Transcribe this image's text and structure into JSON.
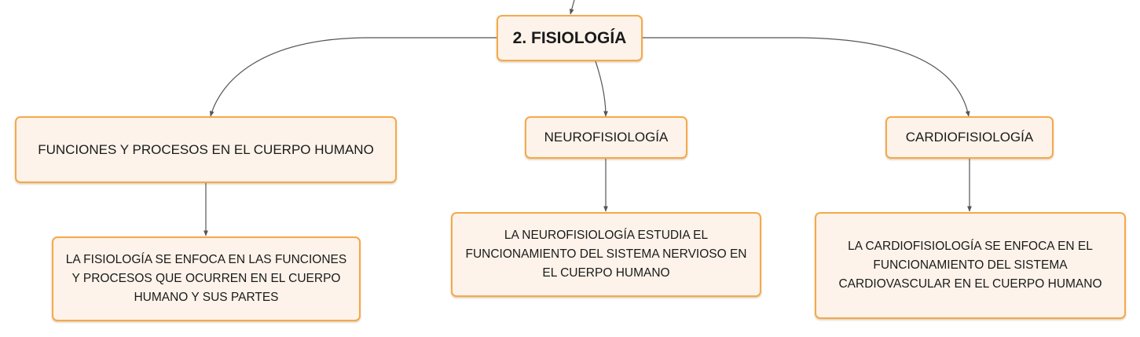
{
  "diagram": {
    "root": {
      "label": "2. FISIOLOGÍA"
    },
    "branches": [
      {
        "label": "FUNCIONES Y PROCESOS EN EL CUERPO HUMANO",
        "child": "LA FISIOLOGÍA SE ENFOCA EN LAS FUNCIONES Y PROCESOS QUE OCURREN EN EL CUERPO HUMANO Y SUS PARTES"
      },
      {
        "label": "NEUROFISIOLOGÍA",
        "child": "LA NEUROFISIOLOGÍA ESTUDIA EL FUNCIONAMIENTO DEL SISTEMA NERVIOSO EN EL CUERPO HUMANO"
      },
      {
        "label": "CARDIOFISIOLOGÍA",
        "child": "LA CARDIOFISIOLOGÍA SE ENFOCA EN EL FUNCIONAMIENTO DEL SISTEMA CARDIOVASCULAR EN EL CUERPO HUMANO"
      }
    ]
  },
  "colors": {
    "node_fill": "#fdf3ea",
    "node_border": "#f5a94a",
    "connector": "#555555",
    "text": "#1a1a1a"
  }
}
